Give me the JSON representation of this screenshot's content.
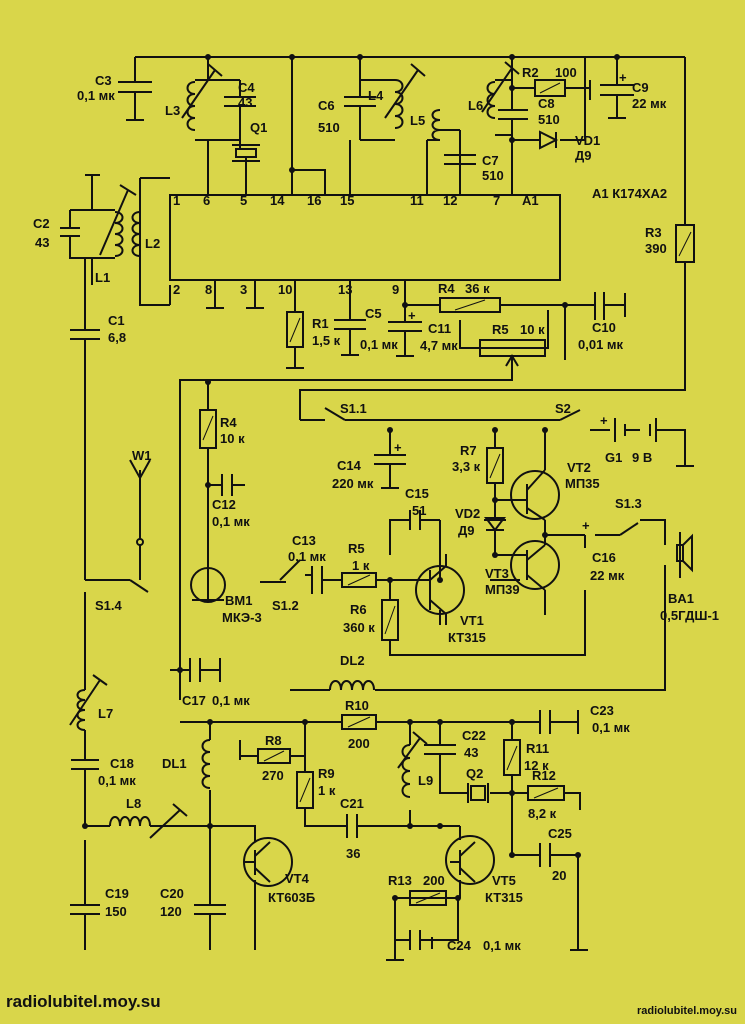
{
  "labels": {
    "C3": "C3",
    "C3v": "0,1 мк",
    "L3": "L3",
    "C4": "C4",
    "C4v": "43",
    "Q1": "Q1",
    "C6": "C6",
    "C6v": "510",
    "L4": "L4",
    "L5": "L5",
    "L6": "L6",
    "R2": "R2",
    "R2v": "100",
    "C8": "C8",
    "C8v": "510",
    "C9": "C9",
    "C9v": "22 мк",
    "C7": "C7",
    "C7v": "510",
    "VD1": "VD1",
    "VD1v": "Д9",
    "A1": "A1 К174ХА2",
    "R3": "R3",
    "R3v": "390",
    "C2": "C2",
    "C2v": "43",
    "L1": "L1",
    "L2": "L2",
    "C1": "C1",
    "C1v": "6,8",
    "R1": "R1",
    "R1v": "1,5 к",
    "C5": "C5",
    "C5v": "0,1 мк",
    "R4top": "R4",
    "R4topv": "36 к",
    "C11": "C11",
    "C11v": "4,7 мк",
    "R5top": "R5",
    "R5topv": "10 к",
    "C10": "C10",
    "C10v": "0,01 мк",
    "S11": "S1.1",
    "S2": "S2",
    "G1": "G1",
    "G1v": "9 В",
    "R4": "R4",
    "R4v": "10 к",
    "C14": "C14",
    "C14v": "220 мк",
    "R7": "R7",
    "R7v": "3,3 к",
    "VT2": "VT2",
    "VT2v": "МП35",
    "W1": "W1",
    "C12": "C12",
    "C12v": "0,1 мк",
    "C15": "C15",
    "C15v": "51",
    "VD2": "VD2",
    "VD2v": "Д9",
    "S13": "S1.3",
    "C13": "C13",
    "C13v": "0,1 мк",
    "R5": "R5",
    "R5v": "1 к",
    "C16": "C16",
    "C16v": "22 мк",
    "VT3": "VT3",
    "VT3v": "МП39",
    "S14": "S1.4",
    "BM1": "BM1",
    "BM1v": "МКЭ-3",
    "S12": "S1.2",
    "R6": "R6",
    "R6v": "360 к",
    "VT1": "VT1",
    "VT1v": "КТ315",
    "BA1": "BA1",
    "BA1v": "0,5ГДШ-1",
    "C17": "C17",
    "C17v": "0,1 мк",
    "DL2": "DL2",
    "R10": "R10",
    "R10v": "200",
    "C23": "C23",
    "C23v": "0,1 мк",
    "L7": "L7",
    "R8": "R8",
    "R8v": "270",
    "C22": "C22",
    "C22v": "43",
    "R11": "R11",
    "R11v": "12 к",
    "DL1": "DL1",
    "R9": "R9",
    "R9v": "1 к",
    "L9": "L9",
    "Q2": "Q2",
    "R12": "R12",
    "R12v": "8,2 к",
    "C18": "C18",
    "C18v": "0,1 мк",
    "C21": "C21",
    "C21v": "36",
    "L8": "L8",
    "C25": "C25",
    "C25v": "20",
    "VT4": "VT4",
    "VT4v": "КТ603Б",
    "R13": "R13",
    "R13v": "200",
    "VT5": "VT5",
    "VT5v": "КТ315",
    "C19": "C19",
    "C19v": "150",
    "C20": "C20",
    "C20v": "120",
    "C24": "C24",
    "C24v": "0,1 мк"
  },
  "pins": {
    "p1": "1",
    "p6": "6",
    "p5": "5",
    "p14": "14",
    "p16": "16",
    "p15": "15",
    "p11": "11",
    "p12": "12",
    "p7": "7",
    "pA1": "A1",
    "p2": "2",
    "p8": "8",
    "p3": "3",
    "p10": "10",
    "p13": "13",
    "p9": "9"
  },
  "watermark": {
    "left": "radiolubitel.moy.su",
    "right": "radiolubitel.moy.su"
  }
}
